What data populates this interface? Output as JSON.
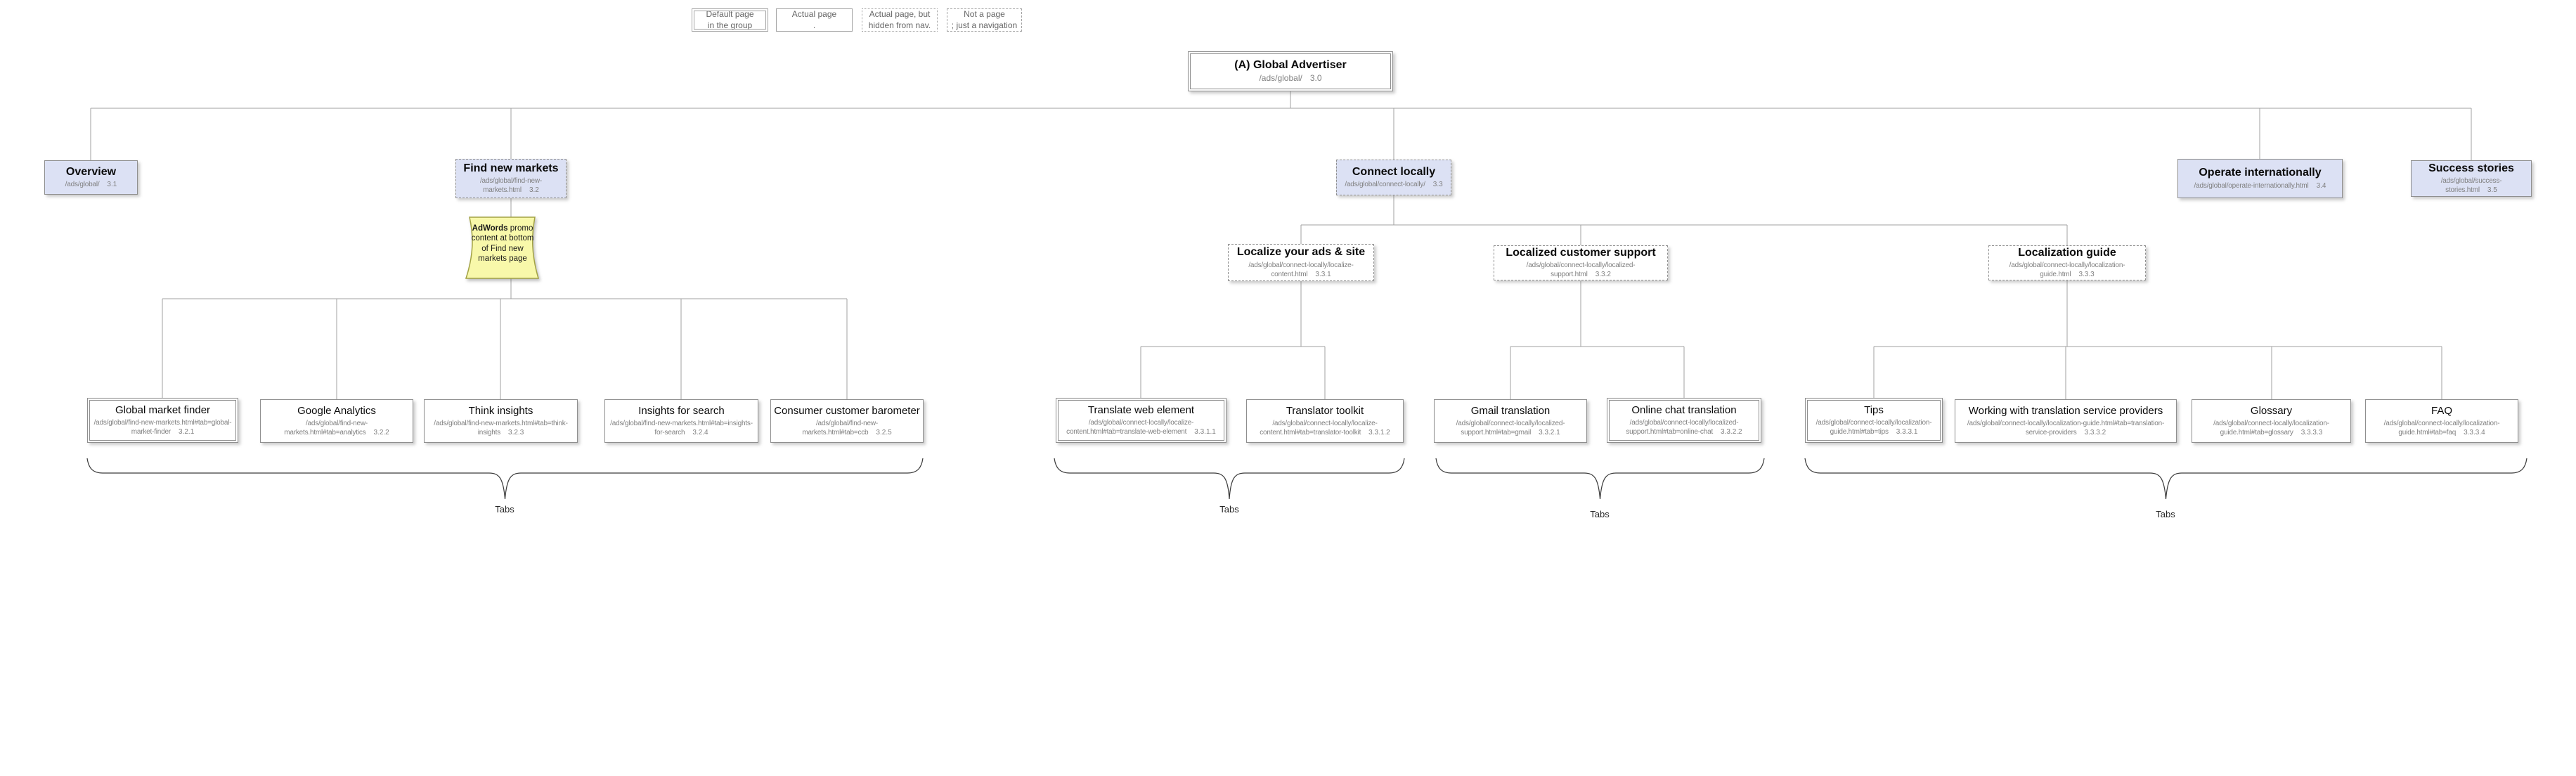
{
  "legend": [
    {
      "line1": "Default page",
      "line2": "in the group",
      "style": "double-border"
    },
    {
      "line1": "Actual page",
      "line2": ".",
      "style": "solid-border"
    },
    {
      "line1": "Actual page, but",
      "line2": "hidden from nav.",
      "style": "dotted-border"
    },
    {
      "line1": "Not a page",
      "line2": "; just a navigation",
      "style": "dashed-border"
    }
  ],
  "root": {
    "title": "(A) Global Advertiser",
    "url": "/ads/global/",
    "num": "3.0"
  },
  "level1": [
    {
      "title": "Overview",
      "url": "/ads/global/",
      "num": "3.1"
    },
    {
      "title": "Find new markets",
      "url": "/ads/global/find-new-markets.html",
      "num": "3.2"
    },
    {
      "title": "Connect locally",
      "url": "/ads/global/connect-locally/",
      "num": "3.3"
    },
    {
      "title": "Operate internationally",
      "url": "/ads/global/operate-internationally.html",
      "num": "3.4"
    },
    {
      "title": "Success stories",
      "url": "/ads/global/success-stories.html",
      "num": "3.5"
    }
  ],
  "note": {
    "bold": "AdWords",
    "rest": " promo content at bottom of Find new markets page"
  },
  "level2": [
    {
      "title": "Localize your ads & site",
      "url": "/ads/global/connect-locally/localize-content.html",
      "num": "3.3.1"
    },
    {
      "title": "Localized customer support",
      "url": "/ads/global/connect-locally/localized-support.html",
      "num": "3.3.2"
    },
    {
      "title": "Localization guide",
      "url": "/ads/global/connect-locally/localization-guide.html",
      "num": "3.3.3"
    }
  ],
  "leaves": [
    {
      "title": "Global market finder",
      "url": "/ads/global/find-new-markets.html#tab=global-market-finder",
      "num": "3.2.1"
    },
    {
      "title": "Google Analytics",
      "url": "/ads/global/find-new-markets.html#tab=analytics",
      "num": "3.2.2"
    },
    {
      "title": "Think insights",
      "url": "/ads/global/find-new-markets.html#tab=think-insights",
      "num": "3.2.3"
    },
    {
      "title": "Insights for search",
      "url": "/ads/global/find-new-markets.html#tab=insights-for-search",
      "num": "3.2.4"
    },
    {
      "title": "Consumer customer barometer",
      "url": "/ads/global/find-new-markets.html#tab=ccb",
      "num": "3.2.5"
    },
    {
      "title": "Translate web element",
      "url": "/ads/global/connect-locally/localize-content.html#tab=translate-web-element",
      "num": "3.3.1.1"
    },
    {
      "title": "Translator toolkit",
      "url": "/ads/global/connect-locally/localize-content.html#tab=translator-toolkit",
      "num": "3.3.1.2"
    },
    {
      "title": "Gmail translation",
      "url": "/ads/global/connect-locally/localized-support.html#tab=gmail",
      "num": "3.3.2.1"
    },
    {
      "title": "Online chat translation",
      "url": "/ads/global/connect-locally/localized-support.html#tab=online-chat",
      "num": "3.3.2.2"
    },
    {
      "title": "Tips",
      "url": "/ads/global/connect-locally/localization-guide.html#tab=tips",
      "num": "3.3.3.1"
    },
    {
      "title": "Working with translation service providers",
      "url": "/ads/global/connect-locally/localization-guide.html#tab=translation-service-providers",
      "num": "3.3.3.2"
    },
    {
      "title": "Glossary",
      "url": "/ads/global/connect-locally/localization-guide.html#tab=glossary",
      "num": "3.3.3.3"
    },
    {
      "title": "FAQ",
      "url": "/ads/global/connect-locally/localization-guide.html#tab=faq",
      "num": "3.3.3.4"
    }
  ],
  "tab_groups": [
    {
      "label": "Tabs"
    },
    {
      "label": "Tabs"
    },
    {
      "label": "Tabs"
    },
    {
      "label": "Tabs"
    }
  ],
  "colors": {
    "page_group_bg": "#dce1f4",
    "node_bg": "#ffffff",
    "node_border": "#8f8f8f",
    "note_bg": "#f8f8aa",
    "note_border": "#a2a244",
    "connector_line": "#a0a0a0",
    "brace": "#3a3a3a",
    "title_text": "#0a0a0a",
    "subtitle_text": "#808080",
    "legend_text": "#666666"
  }
}
